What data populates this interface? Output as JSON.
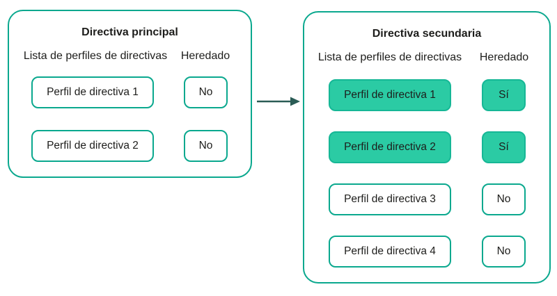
{
  "colors": {
    "outline_teal": "#0aa88e",
    "highlight_fill": "#2bcba4",
    "highlight_border": "#16b796",
    "text": "#1d1d1b",
    "arrow": "#2a5c55"
  },
  "main_panel": {
    "title": "Directiva principal",
    "columns": {
      "profiles": "Lista de perfiles de directivas",
      "inherited": "Heredado"
    },
    "rows": [
      {
        "profile": "Perfil de directiva 1",
        "inherited": "No",
        "highlighted": false
      },
      {
        "profile": "Perfil de directiva 2",
        "inherited": "No",
        "highlighted": false
      }
    ]
  },
  "secondary_panel": {
    "title": "Directiva secundaria",
    "columns": {
      "profiles": "Lista de perfiles de directivas",
      "inherited": "Heredado"
    },
    "rows": [
      {
        "profile": "Perfil de directiva 1",
        "inherited": "Sí",
        "highlighted": true
      },
      {
        "profile": "Perfil de directiva 2",
        "inherited": "Sí",
        "highlighted": true
      },
      {
        "profile": "Perfil de directiva 3",
        "inherited": "No",
        "highlighted": false
      },
      {
        "profile": "Perfil de directiva 4",
        "inherited": "No",
        "highlighted": false
      }
    ]
  },
  "arrow": {
    "direction": "right",
    "meaning": "inheritance-flow-from-main-to-secondary"
  }
}
